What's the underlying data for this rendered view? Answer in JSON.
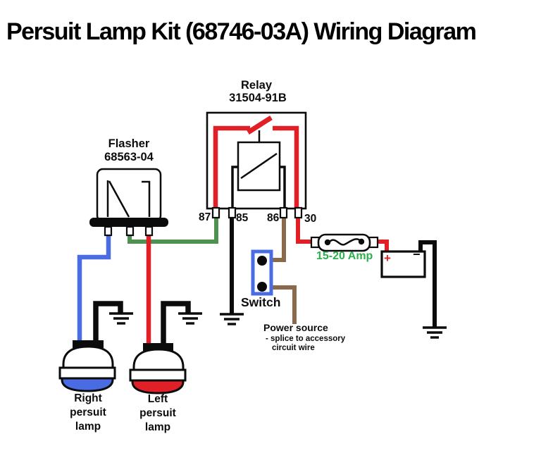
{
  "title": "Persuit Lamp Kit (68746-03A) Wiring Diagram",
  "flasher": {
    "name": "Flasher",
    "part_number": "68563-04"
  },
  "relay": {
    "name": "Relay",
    "part_number": "31504-91B",
    "terminals": [
      "87",
      "85",
      "86",
      "30"
    ]
  },
  "switch": {
    "label": "Switch"
  },
  "fuse": {
    "rating": "15-20 Amp"
  },
  "battery": {
    "positive_label": "+",
    "negative_label": "−"
  },
  "power_source": {
    "label": "Power source",
    "note_line_1": "- splice to accessory",
    "note_line_2": "circuit wire"
  },
  "lamps": {
    "right": {
      "line_1": "Right",
      "line_2": "persuit",
      "line_3": "lamp"
    },
    "left": {
      "line_1": "Left",
      "line_2": "persuit",
      "line_3": "lamp"
    }
  },
  "colors": {
    "wire_red": "#e11f26",
    "wire_blue": "#4a6ce3",
    "wire_green": "#4e9150",
    "wire_brown": "#8a6a4b",
    "wire_black": "#0b0b0b",
    "switch_box_blue": "#4a6ce3",
    "fuse_label_green": "#2db04e",
    "lamp_right_lens_blue": "#4a6ce3",
    "lamp_left_lens_red": "#e11f26"
  }
}
